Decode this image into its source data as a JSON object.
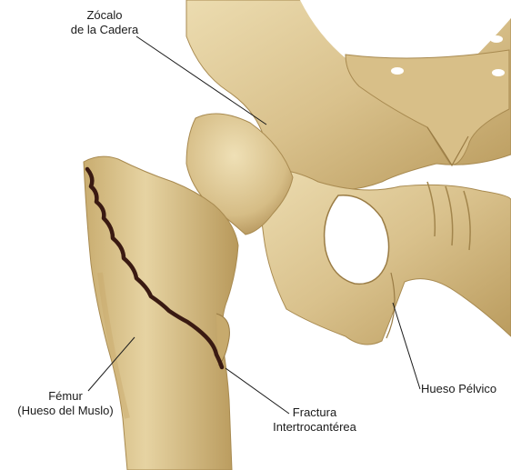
{
  "labels": {
    "hip_socket": "Zócalo\nde la Cadera",
    "femur": "Fémur\n(Hueso del Muslo)",
    "fracture": "Fractura\nIntertrocantérea",
    "pelvic_bone": "Hueso Pélvico"
  },
  "colors": {
    "bone": "#d9c18c",
    "bone_shadow": "#b99a5c",
    "bone_highlight": "#ecdcb0",
    "fracture_line": "#3a1a12",
    "leader_line": "#1a1a1a",
    "background": "#ffffff"
  }
}
